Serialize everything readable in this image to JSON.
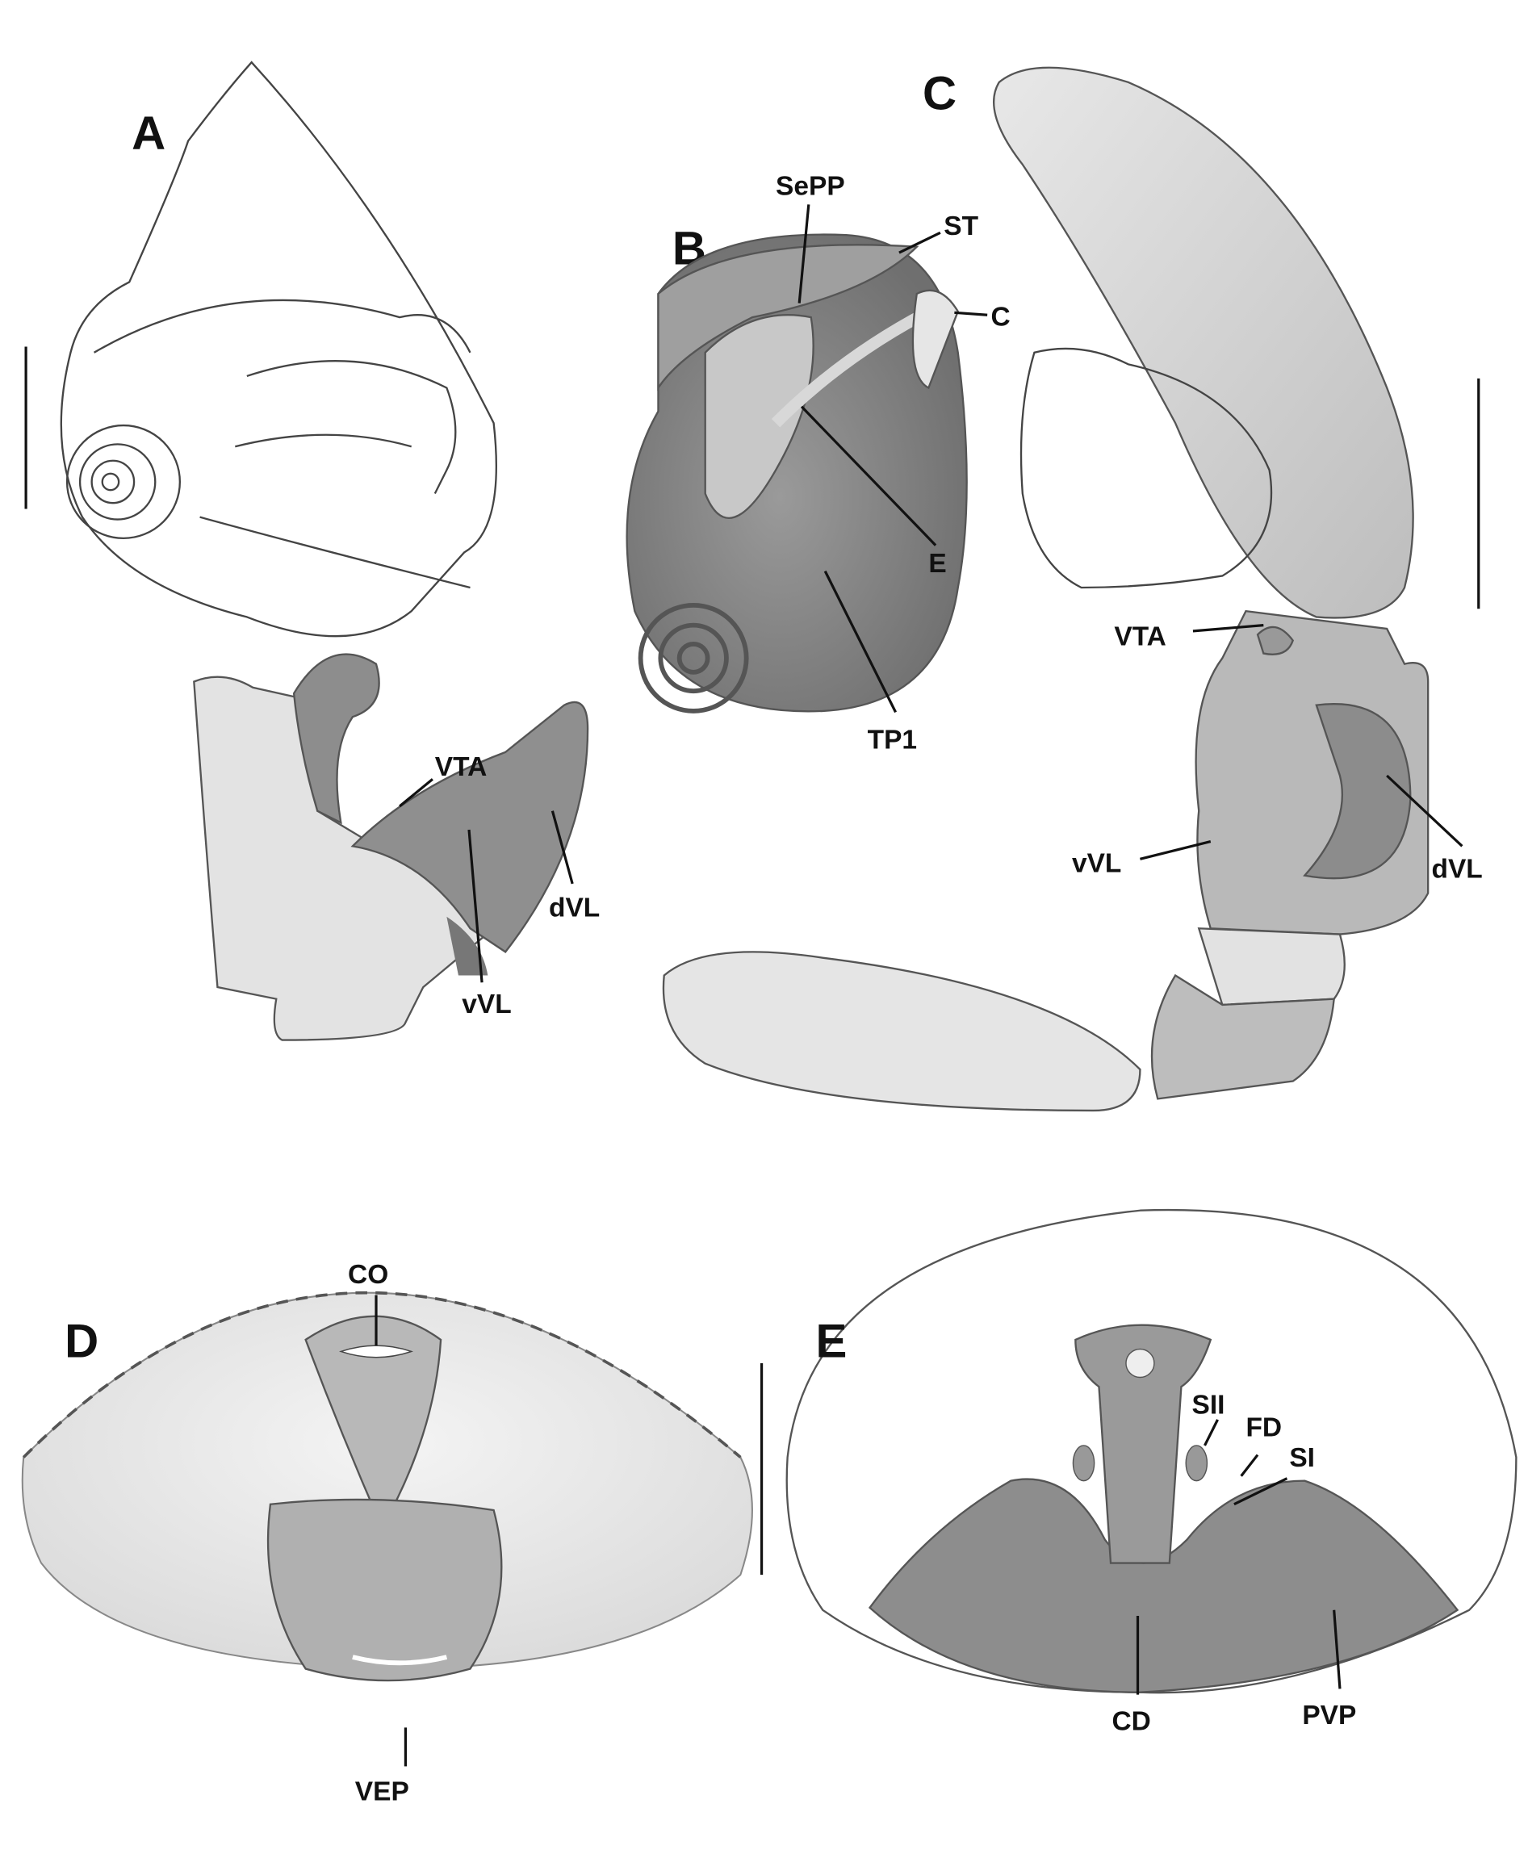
{
  "panels": {
    "A": {
      "label": "A",
      "parts": {
        "VTA": "VTA",
        "vVL": "vVL",
        "dVL": "dVL"
      }
    },
    "B": {
      "label": "B",
      "parts": {
        "SePP": "SePP",
        "ST": "ST",
        "C": "C",
        "E": "E",
        "TP1": "TP1"
      }
    },
    "C": {
      "label": "C",
      "parts": {
        "VTA": "VTA",
        "vVL": "vVL",
        "dVL": "dVL"
      }
    },
    "D": {
      "label": "D",
      "parts": {
        "CO": "CO",
        "VEP": "VEP"
      }
    },
    "E": {
      "label": "E",
      "parts": {
        "SII": "SII",
        "FD": "FD",
        "SI": "SI",
        "CD": "CD",
        "PVP": "PVP"
      }
    }
  },
  "colors": {
    "ink": "#111111",
    "shade_light": "#e4e4e4",
    "shade_mid": "#b5b5b5",
    "shade_dark": "#8a8a8a"
  }
}
